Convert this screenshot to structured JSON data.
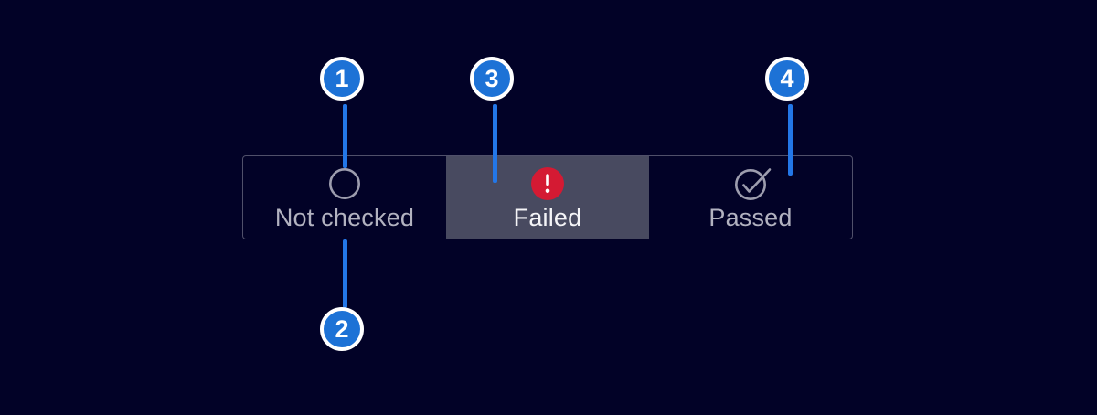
{
  "colors": {
    "background": "#020227",
    "bar_border": "#50506a",
    "selected_segment_bg": "#484a60",
    "muted_text": "#b2b2c0",
    "muted_icon": "#9d9dae",
    "selected_text": "#f4f4f7",
    "error_red": "#d41a33",
    "callout_blue": "#1d72d6",
    "connector_blue": "#2377e8",
    "callout_ring": "#ffffff"
  },
  "status_bar": {
    "segments": [
      {
        "label": "Not checked",
        "icon": "circle-outline-icon",
        "state": "default"
      },
      {
        "label": "Failed",
        "icon": "error-badge-icon",
        "state": "selected"
      },
      {
        "label": "Passed",
        "icon": "check-circle-icon",
        "state": "default"
      }
    ]
  },
  "callouts": [
    {
      "number": "1",
      "placement": "above-not-checked-icon"
    },
    {
      "number": "2",
      "placement": "below-not-checked-label"
    },
    {
      "number": "3",
      "placement": "above-failed-segment"
    },
    {
      "number": "4",
      "placement": "above-passed-segment"
    }
  ]
}
